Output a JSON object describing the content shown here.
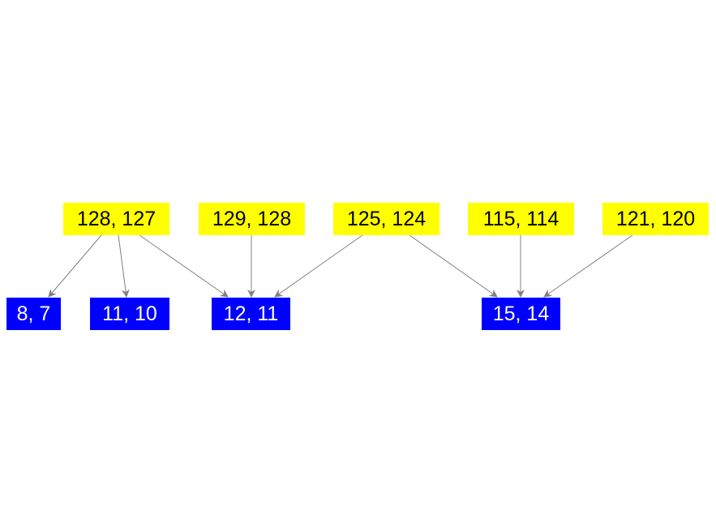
{
  "graph": {
    "sources": [
      "128, 127",
      "129, 128",
      "125, 124",
      "115, 114",
      "121, 120"
    ],
    "targets": [
      "8, 7",
      "11, 10",
      "12, 11",
      "15, 14"
    ],
    "edges": [
      [
        "128, 127",
        "8, 7"
      ],
      [
        "128, 127",
        "11, 10"
      ],
      [
        "128, 127",
        "12, 11"
      ],
      [
        "129, 128",
        "12, 11"
      ],
      [
        "125, 124",
        "12, 11"
      ],
      [
        "125, 124",
        "15, 14"
      ],
      [
        "115, 114",
        "15, 14"
      ],
      [
        "121, 120",
        "15, 14"
      ]
    ],
    "colors": {
      "source": "#ffff00",
      "target": "#0000ff",
      "edge": "#808080"
    }
  }
}
